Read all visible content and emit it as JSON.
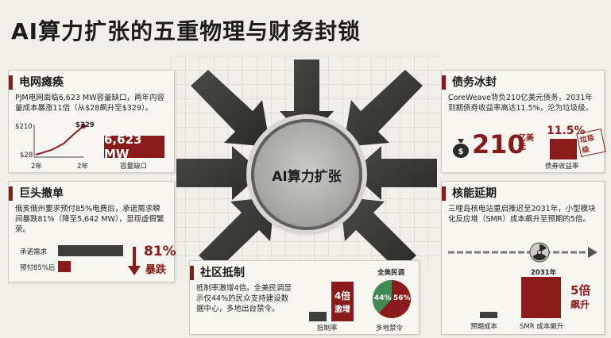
{
  "title": "AI算力扩张的五重物理与财务封锁",
  "hub": {
    "label": "AI算力扩张"
  },
  "colors": {
    "accent": "#8b1a1a",
    "background": "#f1efea",
    "hub": "#a9a9a7"
  },
  "grid": {
    "title": "电网瘫痪",
    "text": "PJM电网面临6,623 MW容量缺口，两年内容量成本暴涨11倍（从$28飙升至$329）。",
    "y_high": "$210",
    "y_low": "$28",
    "peak_label": "$329",
    "x_labels": [
      "2年",
      "2年"
    ],
    "big_value": "6,623 MW",
    "big_label": "容量缺口"
  },
  "giants": {
    "title": "巨头撤单",
    "text": "俄亥俄州要求预付85%电费后，承诺需求瞬间暴跌81%（降至5,642 MW），显现虚假繁荣。",
    "bar_labels": [
      "承诺需求",
      "预付85%后"
    ],
    "percent": "81%",
    "percent_label": "暴跌"
  },
  "community": {
    "title": "社区抵制",
    "text": "抵制率激增4倍。全美民调显示仅44%的民众支持建设数据中心，多地出台禁令。",
    "multiplier": "4倍",
    "multiplier_label": "激增",
    "bar_label": "抵制率",
    "poll_title": "全美民调",
    "support": "44%",
    "oppose": "56%",
    "pie_label": "多地禁令"
  },
  "debt": {
    "title": "债务冰封",
    "text": "CoreWeave背负210亿美元债务，2031年到期债券收益率高达11.5%，沦为垃圾级。",
    "amount": "210",
    "amount_unit": "亿美元",
    "yield_value": "11.5%",
    "stamp": "垃圾级",
    "bar_label": "债券收益率",
    "money_icon": "money-bag-icon"
  },
  "nuclear": {
    "title": "核能延期",
    "text": "三哩岛核电站重启推迟至2031年，小型模块化反应堆（SMR）成本飙升至预期的5倍。",
    "year": "2031年",
    "multiplier": "5倍",
    "multiplier_label": "飙升",
    "bar_labels": [
      "预期成本",
      "SMR 成本飙升"
    ],
    "radiation_icon": "radiation-icon"
  }
}
